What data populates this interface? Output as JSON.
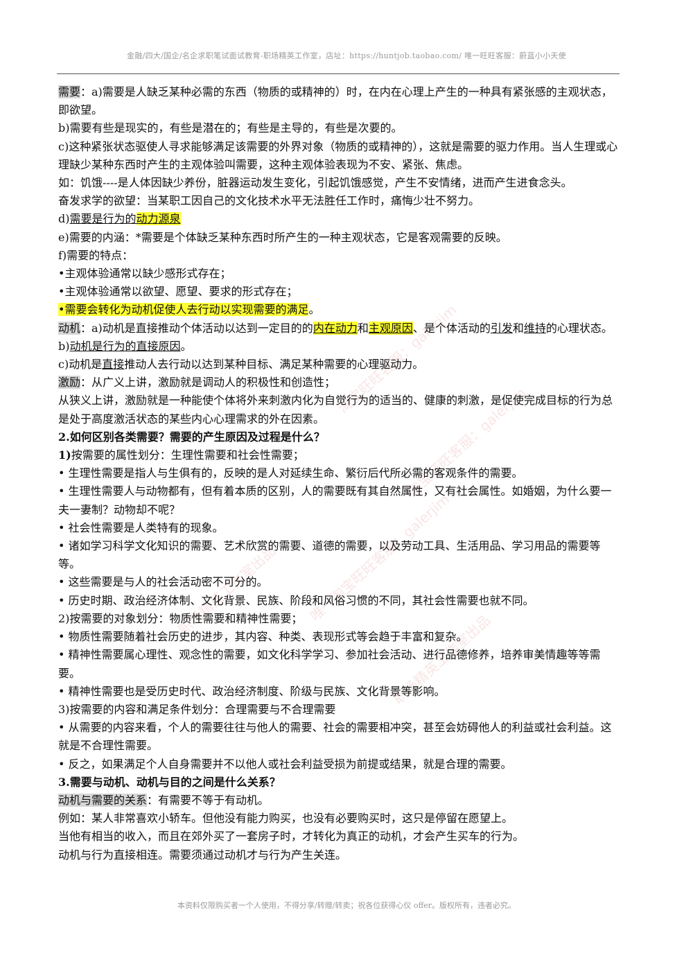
{
  "header": "金融/四大/国企/名企求职笔试面试教育-职场精英工作室，店址：https://huntjob.taobao.com/ 唯一旺旺客服：蔚蓝小小天使",
  "footer": "本资料仅限购买者一个人使用，不得分享/转赠/转卖；祝各位获得心仪 offer。版权所有，违者必究。",
  "watermarks": [
    "淘宝旺旺客服：galerjim",
    "淘宝旺旺客服：galerjim",
    "职场精英工作室出品",
    "唯一淘宝旺旺客服：galerjim",
    "职场精英工作室出品"
  ],
  "lines": {
    "l1_label": "需要",
    "l1_text": "：a)需要是人缺乏某种必需的东西（物质的或精神的）时，在内在心理上产生的一种具有紧张感的主观状态，即欲望。",
    "l3": "b)需要有些是现实的，有些是潜在的；有些是主导的，有些是次要的。",
    "l4": "c)这种紧张状态驱使人寻求能够满足该需要的外界对象（物质的或精神的），这就是需要的驱力作用。当人生理或心理缺少某种东西时产生的主观体验叫需要，这种主观体验表现为不安、紧张、焦虑。",
    "l6": "如：饥饿----是人体因缺少养份，脏器运动发生变化，引起饥饿感觉，产生不安情绪，进而产生进食念头。",
    "l7": "奋发求学的欲望：当某职工因自己的文化技术水平无法胜任工作时，痛悔少壮不努力。",
    "l8_a": "d)",
    "l8_b": "需要是行为的",
    "l8_c": "动力源泉",
    "l9": "e)需要的内涵：*需要是个体缺乏某种东西时所产生的一种主观状态，它是客观需要的反映。",
    "l10": "f)需要的特点：",
    "l11": "•主观体验通常以缺少感形式存在；",
    "l12": "•主观体验通常以欲望、愿望、要求的形式存在；",
    "l13_a": "•",
    "l13_b": "需要会转化为动机促使人去行动以实现需要的满足",
    "l13_c": "。",
    "l14_label": "动机",
    "l14_a": "：a)动机是直接推动个体活动以达到一定目的的",
    "l14_b": "内在动力",
    "l14_c": "和",
    "l14_d": "主观原因",
    "l14_e": "、是个体活动的",
    "l14_f": "引发",
    "l14_g": "和",
    "l14_h": "维持",
    "l14_i": "的心理状态。",
    "l16_a": "b)",
    "l16_b": "动机是行为的直接原因",
    "l16_c": "。",
    "l17_a": "c)动机是",
    "l17_b": "直接",
    "l17_c": "推动人去行动以达到某种目标、满足某种需要的心理驱动力。",
    "l18_label": "激励",
    "l18_text": "：从广义上讲，激励就是调动人的积极性和创造性；",
    "l19": "从狭义上讲，激励就是一种能使个体将外来刺激内化为自觉行为的适当的、健康的刺激，是促使完成目标的行为总是处于高度激活状态的某些内心心理需求的外在因素。",
    "q2": "2.如何区别各类需要？需要的产生原因及过程是什么？",
    "s1_a": "1)",
    "s1_b": "按需要的属性划分：生理性需要和社会性需要；",
    "b1": "• 生理性需要是指人与生俱有的，反映的是人对延续生命、繁衍后代所必需的客观条件的需要。",
    "b2": "• 生理性需要人与动物都有，但有着本质的区别，人的需要既有其自然属性，又有社会属性。如婚姻，为什么要一夫一妻制？动物却不呢？",
    "b3": "• 社会性需要是人类特有的现象。",
    "b4": "• 诸如学习科学文化知识的需要、艺术欣赏的需要、道德的需要，以及劳动工具、生活用品、学习用品的需要等等。",
    "b5": "• 这些需要是与人的社会活动密不可分的。",
    "b6": "• 历史时期、政治经济体制、文化背景、民族、阶段和风俗习惯的不同，其社会性需要也就不同。",
    "s2": "2)按需要的对象划分：物质性需要和精神性需要；",
    "b7": "• 物质性需要随着社会历史的进步，其内容、种类、表现形式等会趋于丰富和复杂。",
    "b8": "• 精神性需要属心理性、观念性的需要，如文化科学学习、参加社会活动、进行品德修养，培养审美情趣等等需要。",
    "b9": "• 精神性需要也是受历史时代、政治经济制度、阶级与民族、文化背景等影响。",
    "s3": "3)按需要的内容和满足条件划分：合理需要与不合理需要",
    "b10": "• 从需要的内容来看，个人的需要往往与他人的需要、社会的需要相冲突，甚至会妨碍他人的利益或社会利益。这就是不合理性需要。",
    "b11": "• 反之，如果满足个人自身需要并不以他人或社会利益受损为前提或结果，就是合理的需要。",
    "q3": "3.需要与动机、动机与目的之间是什么关系？",
    "r1_label": "动机与需要的关系",
    "r1_text": "：有需要不等于有动机。",
    "r2": "例如：某人非常喜欢小轿车。但他没有能力购买，也没有必要购买时，这只是停留在愿望上。",
    "r3": "当他有相当的收入，而且在郊外买了一套房子时，才转化为真正的动机，才会产生买车的行为。",
    "r4": "动机与行为直接相连。需要须通过动机才与行为产生关连。"
  }
}
